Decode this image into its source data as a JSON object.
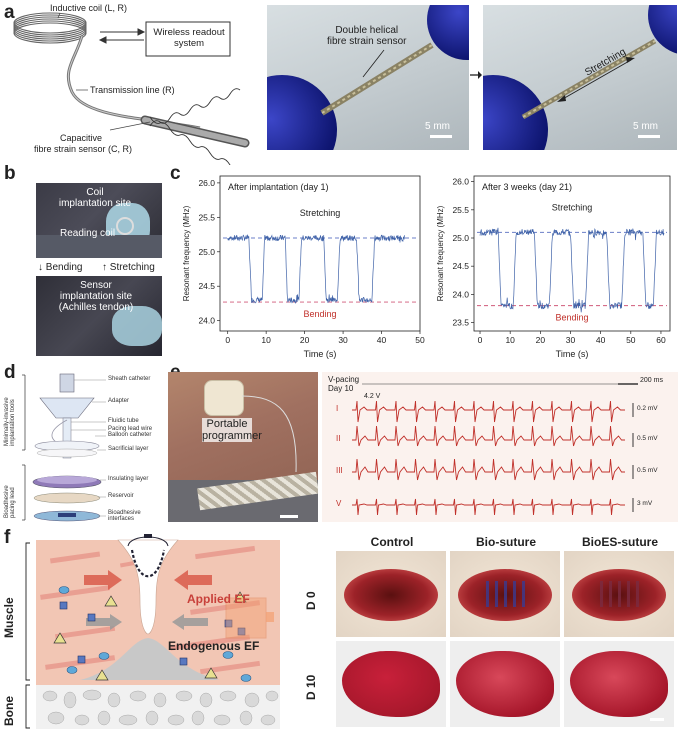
{
  "panel_a": {
    "label": "a",
    "inductive_coil": "Inductive coil (L, R)",
    "wireless_box": "Wireless readout system",
    "transmission_line": "Transmission line (R)",
    "capacitive_line1": "Capacitive",
    "capacitive_line2": "fibre strain sensor (C, R)",
    "photo1_label_line1": "Double helical",
    "photo1_label_line2": "fibre strain sensor",
    "photo2_label": "Stretching",
    "scale1": "5 mm",
    "scale2": "5 mm"
  },
  "panel_b": {
    "label": "b",
    "coil_site_line1": "Coil",
    "coil_site_line2": "implantation site",
    "reading_coil": "Reading coil",
    "bending": "Bending",
    "stretching": "Stretching",
    "sensor_site_line1": "Sensor",
    "sensor_site_line2": "implantation site",
    "sensor_site_line3": "(Achilles tendon)"
  },
  "panel_c": {
    "label": "c"
  },
  "chart_data": [
    {
      "type": "line",
      "title": "After implantation (day 1)",
      "xlabel": "Time (s)",
      "ylabel": "Resonant frequency (MHz)",
      "xlim": [
        -2,
        50
      ],
      "ylim": [
        23.85,
        26.1
      ],
      "xticks": [
        0,
        10,
        20,
        30,
        40,
        50
      ],
      "yticks": [
        24.0,
        24.5,
        25.0,
        25.5,
        26.0
      ],
      "high_level": 25.2,
      "low_level": 24.27,
      "stretch_label": "Stretching",
      "bend_label": "Bending",
      "square_wave": [
        [
          0,
          25.2
        ],
        [
          5.5,
          25.2
        ],
        [
          6.2,
          24.3
        ],
        [
          9,
          24.3
        ],
        [
          9.6,
          25.2
        ],
        [
          15,
          25.2
        ],
        [
          15.5,
          24.3
        ],
        [
          18.5,
          24.3
        ],
        [
          19.2,
          25.2
        ],
        [
          25,
          25.2
        ],
        [
          25.6,
          24.3
        ],
        [
          28.5,
          24.3
        ],
        [
          29.2,
          25.2
        ],
        [
          33.5,
          25.2
        ],
        [
          34.2,
          24.3
        ],
        [
          37.5,
          24.3
        ],
        [
          38.2,
          25.2
        ],
        [
          46,
          25.2
        ]
      ]
    },
    {
      "type": "line",
      "title": "After 3 weeks (day 21)",
      "xlabel": "Time (s)",
      "ylabel": "Resonant frequency (MHz)",
      "xlim": [
        -2,
        63
      ],
      "ylim": [
        23.35,
        26.1
      ],
      "xticks": [
        0,
        10,
        20,
        30,
        40,
        50,
        60
      ],
      "yticks": [
        23.5,
        24.0,
        24.5,
        25.0,
        25.5,
        26.0
      ],
      "high_level": 25.1,
      "low_level": 23.8,
      "stretch_label": "Stretching",
      "bend_label": "Bending",
      "square_wave": [
        [
          0,
          25.1
        ],
        [
          6,
          25.1
        ],
        [
          7,
          23.8
        ],
        [
          11,
          23.8
        ],
        [
          12,
          25.1
        ],
        [
          18,
          25.1
        ],
        [
          19,
          23.8
        ],
        [
          23,
          23.8
        ],
        [
          24,
          25.1
        ],
        [
          30,
          25.1
        ],
        [
          31,
          23.8
        ],
        [
          35,
          23.8
        ],
        [
          36,
          25.1
        ],
        [
          42,
          25.1
        ],
        [
          43,
          23.8
        ],
        [
          47,
          23.8
        ],
        [
          48,
          25.1
        ],
        [
          54,
          25.1
        ],
        [
          55,
          23.8
        ],
        [
          57.5,
          23.8
        ],
        [
          58.5,
          25.1
        ],
        [
          61,
          25.1
        ]
      ]
    }
  ],
  "panel_d": {
    "label": "d",
    "side_top_line1": "Minimally-invasive",
    "side_top_line2": "implantation tools",
    "side_bottom_line1": "Bioadhesive",
    "side_bottom_line2": "pacing lead",
    "parts": [
      "Sheath catheter",
      "Adapter",
      "Fluidic tube",
      "Pacing lead wire",
      "Balloon catheter",
      "Sacrificial layer",
      "Insulating layer",
      "Reservoir",
      "Bioadhesive interfaces"
    ]
  },
  "panel_e": {
    "label": "e",
    "portable_line1": "Portable",
    "portable_line2": "programmer",
    "ecg_title_line1": "V-pacing",
    "ecg_title_line2": "Day 10",
    "scale_time": "200 ms",
    "pacing_voltage": "4.2 V",
    "leads": [
      {
        "name": "I",
        "scale": "0.2 mV"
      },
      {
        "name": "II",
        "scale": "0.5 mV"
      },
      {
        "name": "III",
        "scale": "0.5 mV"
      },
      {
        "name": "V",
        "scale": "3 mV"
      }
    ]
  },
  "panel_f": {
    "label": "f",
    "muscle": "Muscle",
    "bone": "Bone",
    "applied_ef": "Applied EF",
    "endogenous_ef": "Endogenous EF",
    "columns": [
      "Control",
      "Bio-suture",
      "BioES-suture"
    ],
    "rows": [
      "D 0",
      "D 10"
    ]
  },
  "colors": {
    "ecg": "#c0302a",
    "trace": "#3f62a8",
    "dashed_high": "#6b7fc8",
    "dashed_low": "#d05a7a",
    "bending_text": "#c0302a",
    "applied_ef": "#c8403a",
    "muscle_bg": "#f2c6b4"
  }
}
